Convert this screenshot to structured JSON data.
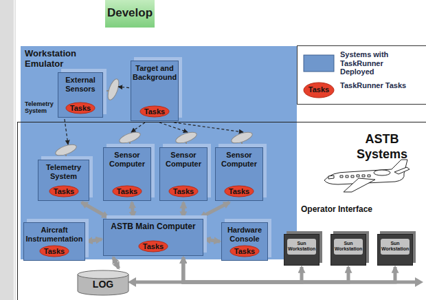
{
  "diagram": {
    "nodes": [
      {
        "text": [
          "Develop"
        ]
      },
      {
        "text": [
          "Workstation Emulator"
        ]
      },
      {
        "text": [
          "External Sensors"
        ],
        "in": 1
      },
      {
        "text": [
          "Tasks"
        ],
        "in": 2
      },
      {
        "text": [
          "Target and Background"
        ],
        "in": 1
      },
      {
        "text": [
          "Tasks"
        ],
        "in": 4
      },
      {
        "text": [
          "Telemetry System"
        ],
        "in": 1
      },
      {
        "text": [
          "Tasks"
        ],
        "in": 6
      },
      {
        "text": [
          "Sensor Computer"
        ],
        "in": 1
      },
      {
        "text": [
          "Tasks"
        ],
        "in": 8
      },
      {
        "text": [
          "Sensor Computer"
        ],
        "in": 1
      },
      {
        "text": [
          "Tasks"
        ],
        "in": 10
      },
      {
        "text": [
          "Sensor Computer"
        ],
        "in": 1
      },
      {
        "text": [
          "Tasks"
        ],
        "in": 12
      },
      {
        "text": [
          "Aircraft Instrumentation"
        ],
        "in": 1
      },
      {
        "text": [
          "Tasks"
        ],
        "in": 14
      },
      {
        "text": [
          "ASTB Main Computer"
        ],
        "in": 1
      },
      {
        "text": [
          "Tasks"
        ],
        "in": 16
      },
      {
        "text": [
          "Hardware Console"
        ],
        "in": 1
      },
      {
        "text": [
          "Tasks"
        ],
        "in": 18
      },
      {
        "text": [
          "ASTB Systems"
        ]
      },
      {
        "text": [
          "LOG"
        ],
        "in": 20
      },
      {
        "text": [
          "Sun Workstation"
        ],
        "in": 20
      },
      {
        "text": [
          "Sun Workstation"
        ],
        "in": 20
      },
      {
        "text": [
          "Sun Workstation"
        ],
        "in": 20
      }
    ],
    "edges": [
      {
        "from": 4,
        "to": 2,
        "arrow": "to"
      },
      {
        "from": 2,
        "to": 6,
        "arrow": "to"
      },
      {
        "from": 4,
        "to": 8,
        "arrow": "to"
      },
      {
        "from": 4,
        "to": 10,
        "arrow": "to"
      },
      {
        "from": 4,
        "to": 12,
        "arrow": "to"
      },
      {
        "from": 6,
        "to": 16,
        "arrow": "both"
      },
      {
        "from": 8,
        "to": 16,
        "arrow": "both"
      },
      {
        "from": 10,
        "to": 16,
        "arrow": "both"
      },
      {
        "from": 12,
        "to": 16,
        "arrow": "both"
      },
      {
        "from": 14,
        "to": 16,
        "arrow": "both"
      },
      {
        "from": 16,
        "to": 18,
        "arrow": "both"
      },
      {
        "from": 16,
        "to": 21,
        "arrow": "both"
      },
      {
        "from": 16,
        "to": 22,
        "arrow": "both"
      },
      {
        "from": 16,
        "to": 23,
        "arrow": "both"
      },
      {
        "from": 16,
        "to": 24,
        "arrow": "both"
      }
    ],
    "labels": [
      "Telemetry System",
      "Operator Interface",
      "Tasks"
    ],
    "legend": [
      {
        "text": "Systems with TaskRunner Deployed",
        "color": "#6f97cc"
      },
      {
        "text": "TaskRunner Tasks",
        "color": "#e5402b"
      }
    ]
  }
}
